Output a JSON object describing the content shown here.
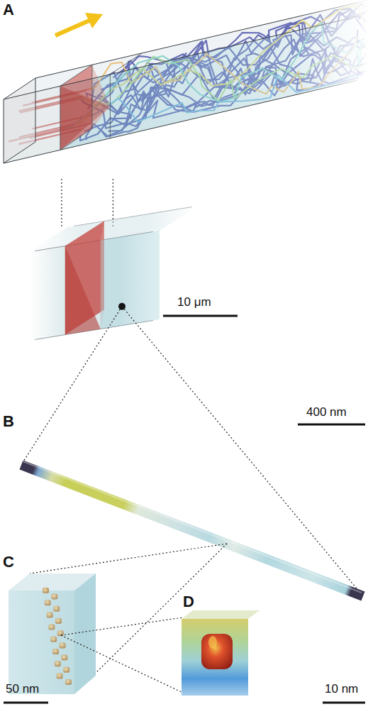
{
  "diagram": {
    "labels": [
      "A",
      "10 μm",
      "B",
      "400 nm",
      "C",
      "D",
      "50 nm",
      "10 nm"
    ]
  }
}
